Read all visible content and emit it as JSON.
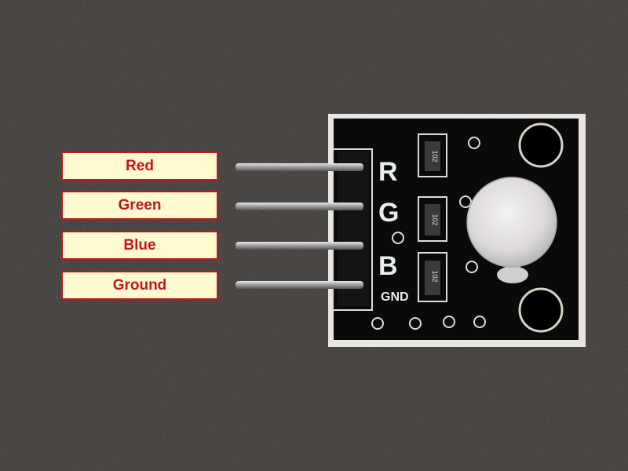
{
  "labels": [
    "Red",
    "Green",
    "Blue",
    "Ground"
  ],
  "board": {
    "pin_marks": [
      "R",
      "G",
      "B",
      "GND"
    ],
    "resistor_code": "102"
  },
  "colors": {
    "label_fill": "#fffbcf",
    "label_border": "#c8141c",
    "background": "#3a3634",
    "pcb": "#0a0a0a"
  }
}
